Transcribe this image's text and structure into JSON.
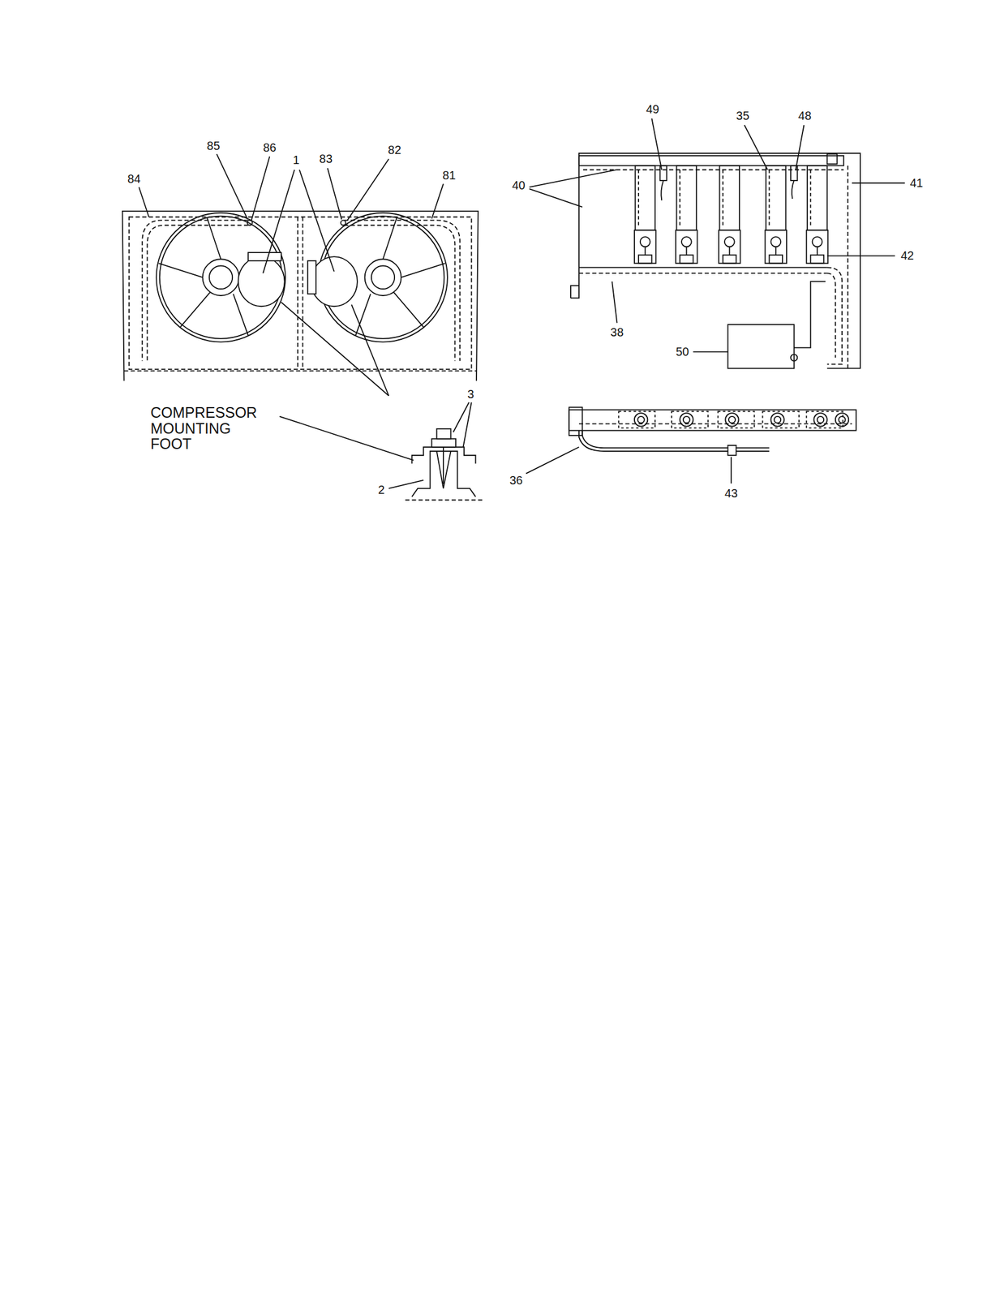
{
  "diagram": {
    "labels": [
      "85",
      "86",
      "1",
      "83",
      "82",
      "81",
      "84",
      "COMPRESSOR MOUNTING FOOT",
      "3",
      "2",
      "49",
      "35",
      "48",
      "40",
      "41",
      "42",
      "38",
      "50",
      "36",
      "43"
    ]
  }
}
